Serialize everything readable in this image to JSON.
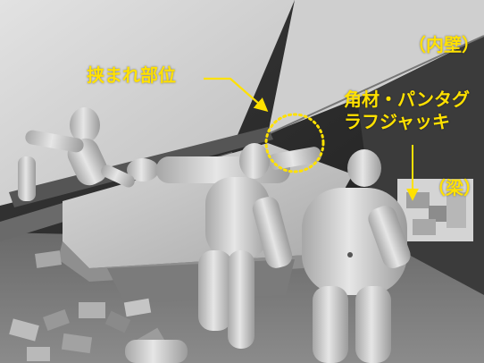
{
  "annotations": {
    "pinch_site": "挟まれ部位",
    "inner_wall": "（内壁）",
    "jack_line1": "角材・パンタグ",
    "jack_line2": "ラフジャッキ",
    "beam": "（梁）"
  },
  "colors": {
    "annotation": "#ffe100"
  }
}
